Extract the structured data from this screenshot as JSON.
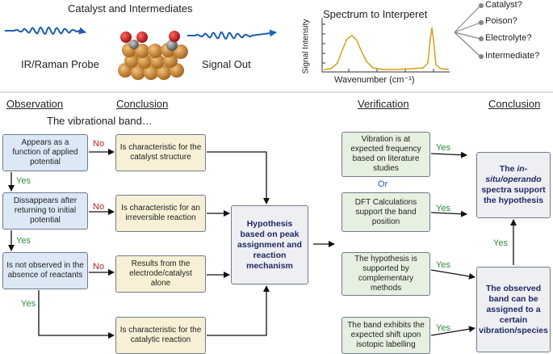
{
  "top": {
    "left_title": "Catalyst and Intermediates",
    "probe_label": "IR/Raman Probe",
    "signal_label": "Signal Out",
    "spectrum_title": "Spectrum to Interperet",
    "ylabel": "Signal Intensity",
    "xlabel": "Wavenumber (cm⁻¹)",
    "options": [
      "Catalyst?",
      "Poison?",
      "Electrolyte?",
      "Intermediate?"
    ]
  },
  "headers": {
    "observation": "Observation",
    "conclusion1": "Conclusion",
    "verification": "Verification",
    "conclusion2": "Conclusion"
  },
  "intro": "The vibrational band…",
  "observations": [
    "Appears as a function of applied potential",
    "Dissappears after returning to initial potential",
    "Is not observed in the absence of reactants"
  ],
  "conclusions": [
    "Is characteristic for the catalyst structure",
    "Is characteristic for an irreversible reaction",
    "Results from the electrode/catalyst alone",
    "Is characteristic for the catalytic reaction"
  ],
  "hypothesis": "Hypothesis based on peak assignment and reaction mechanism",
  "verifications": [
    "Vibration is at expected frequency based on literature studies",
    "DFT Calculations support the band position",
    "The hypothesis is supported by complementary methods",
    "The band exhibits the expected shift upon isotopic labelling"
  ],
  "or_label": "Or",
  "final_top": {
    "pre": "The ",
    "italic": "in-situ/operando",
    "post": " spectra support the hypothesis"
  },
  "final_bottom": "The observed band can be assigned to a certain vibration/species",
  "labels": {
    "yes": "Yes",
    "no": "No"
  },
  "colors": {
    "observation": "#dde8f6",
    "conclusion": "#f7f0d6",
    "verification": "#e6f0e0",
    "result": "#eeeff2",
    "spectrum": "#d4a017",
    "probe": "#1f5fae"
  }
}
